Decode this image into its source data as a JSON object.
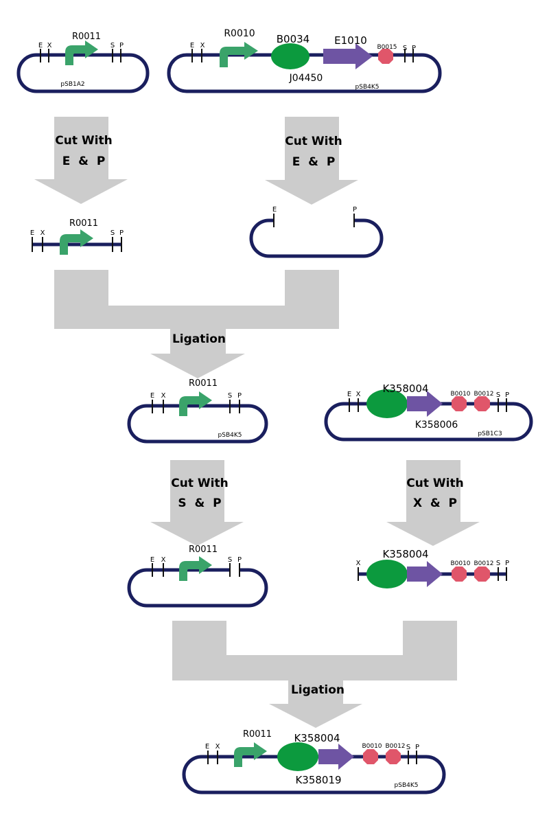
{
  "colors": {
    "backbone": "#1a1f5e",
    "promoter": "#3aa36a",
    "rbs": "#0c9a3e",
    "coding": "#6e54a3",
    "terminator": "#e0566a",
    "process": "#cccccc"
  },
  "icons": [
    "promoter-arrow-icon",
    "rbs-oval-icon",
    "coding-arrow-icon",
    "terminator-octagon-icon",
    "process-arrow-icon"
  ],
  "steps": {
    "cut1_left": {
      "line1": "Cut With",
      "line2": "E  &  P"
    },
    "cut1_right": {
      "line1": "Cut With",
      "line2": "E  &  P"
    },
    "ligation1": "Ligation",
    "cut2_left": {
      "line1": "Cut With",
      "line2": "S  &  P"
    },
    "cut2_right": {
      "line1": "Cut With",
      "line2": "X  &  P"
    },
    "ligation2": "Ligation"
  },
  "constructs": {
    "r0011_pSB1A2": {
      "plasmid": "pSB1A2",
      "promoter": "R0011",
      "sites": {
        "e": "E",
        "x": "X",
        "s": "S",
        "p": "P"
      }
    },
    "j04450_pSB4K5": {
      "plasmid": "pSB4K5",
      "promoter": "R0010",
      "rbs": "B0034",
      "coding": "E1010",
      "terminator": "B0015",
      "name": "J04450",
      "sites": {
        "e": "E",
        "x": "X",
        "s": "S",
        "p": "P"
      }
    },
    "r0011_cut": {
      "promoter": "R0011",
      "sites": {
        "e": "E",
        "x": "X",
        "s": "S",
        "p": "P"
      }
    },
    "backbone_cut": {
      "sites": {
        "e": "E",
        "p": "P"
      }
    },
    "r0011_pSB4K5": {
      "plasmid": "pSB4K5",
      "promoter": "R0011",
      "sites": {
        "e": "E",
        "x": "X",
        "s": "S",
        "p": "P"
      }
    },
    "k358006_pSB1C3": {
      "plasmid": "pSB1C3",
      "top_label": "K358004",
      "name": "K358006",
      "terminator1": "B0010",
      "terminator2": "B0012",
      "sites": {
        "e": "E",
        "x": "X",
        "s": "S",
        "p": "P"
      }
    },
    "r0011_pSB4K5_sp_cut": {
      "promoter": "R0011",
      "sites": {
        "e": "E",
        "x": "X",
        "s": "S",
        "p": "P"
      }
    },
    "k358004_insert": {
      "top_label": "K358004",
      "terminator1": "B0010",
      "terminator2": "B0012",
      "sites": {
        "x": "X",
        "s": "S",
        "p": "P"
      }
    },
    "k358019_final": {
      "plasmid": "pSB4K5",
      "promoter": "R0011",
      "top_label": "K358004",
      "name": "K358019",
      "terminator1": "B0010",
      "terminator2": "B0012",
      "sites": {
        "e": "E",
        "x": "X",
        "s": "S",
        "p": "P"
      }
    }
  }
}
